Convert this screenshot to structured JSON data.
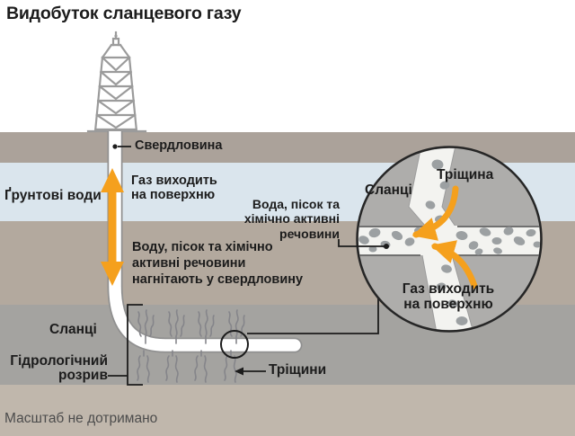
{
  "title": "Видобуток сланцевого газу",
  "footnote": "Масштаб не дотримано",
  "diagram": {
    "well_label": "Свердловина",
    "gas_to_surface": "Газ виходить\nна поверхню",
    "ground_water": "Ґрунтові води",
    "mixture_label": "Вода, пісок та\nхімічно активні\nречовини",
    "injection_label": "Воду, пісок та хімічно\nактивні речовини\nнагнітають у свердловину",
    "shale_label": "Сланці",
    "hydraulic_fracturing_label": "Гідрологічний\nрозрив",
    "fractures_label": "Тріщини"
  },
  "inset": {
    "fracture_label": "Тріщина",
    "shale_label": "Сланці",
    "gas_to_surface": "Газ виходить\nна поверхню"
  },
  "colors": {
    "sky": "#ffffff",
    "soil_top": "#aba29a",
    "ground_water": "#dae5ed",
    "soil_mid": "#b3a99e",
    "shale": "#a4a3a0",
    "soil_bottom": "#c0b7ac",
    "inset_shale": "#aeadab",
    "fissure": "#f3f3f0",
    "pebble": "#9ca0a2",
    "accent": "#f5a01d",
    "derrick": "#9b9b9b",
    "pipe_outline": "#909090",
    "line": "#1c1c1c",
    "text": "#1c1c1c",
    "footnote": "#4c4c4c"
  }
}
